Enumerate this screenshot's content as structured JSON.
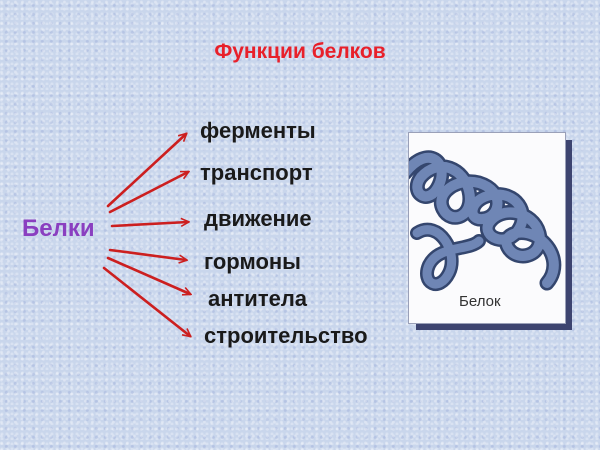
{
  "title": "Функции белков",
  "source_label": "Белки",
  "functions": [
    "ферменты",
    "транспорт",
    "движение",
    "гормоны",
    "антитела",
    "строительство"
  ],
  "image_card": {
    "label": "Белок"
  },
  "colors": {
    "title": "#e8202a",
    "source": "#8a3fc0",
    "arrow": "#cc1f1f",
    "protein": "#6f86b5"
  }
}
